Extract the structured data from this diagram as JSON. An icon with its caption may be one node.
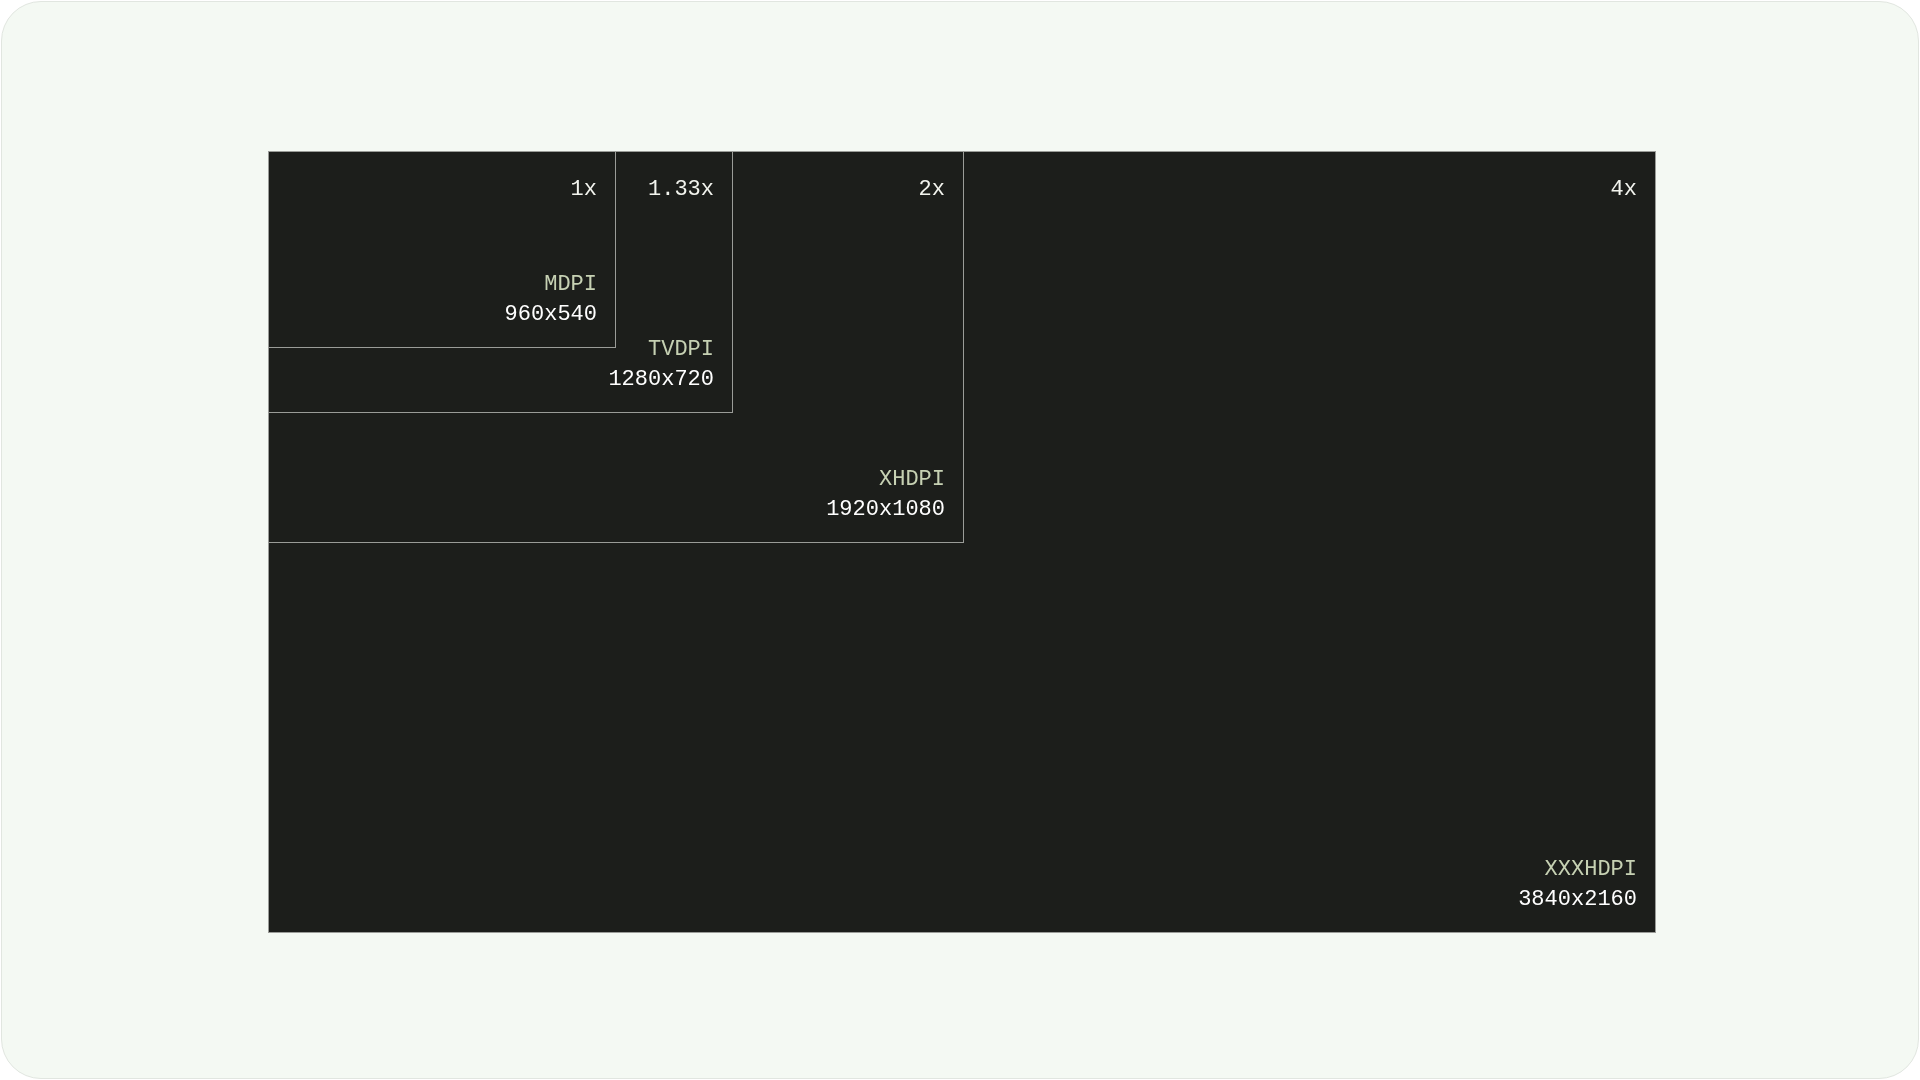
{
  "diagram": {
    "nodes": [
      {
        "text": [
          "4x",
          "XXXHDPI",
          "3840x2160"
        ]
      },
      {
        "text": [
          "2x",
          "XHDPI",
          "1920x1080"
        ],
        "in": 0
      },
      {
        "text": [
          "1.33x",
          "TVDPI",
          "1280x720"
        ],
        "in": 1
      },
      {
        "text": [
          "1x",
          "MDPI",
          "960x540"
        ],
        "in": 2
      }
    ]
  }
}
